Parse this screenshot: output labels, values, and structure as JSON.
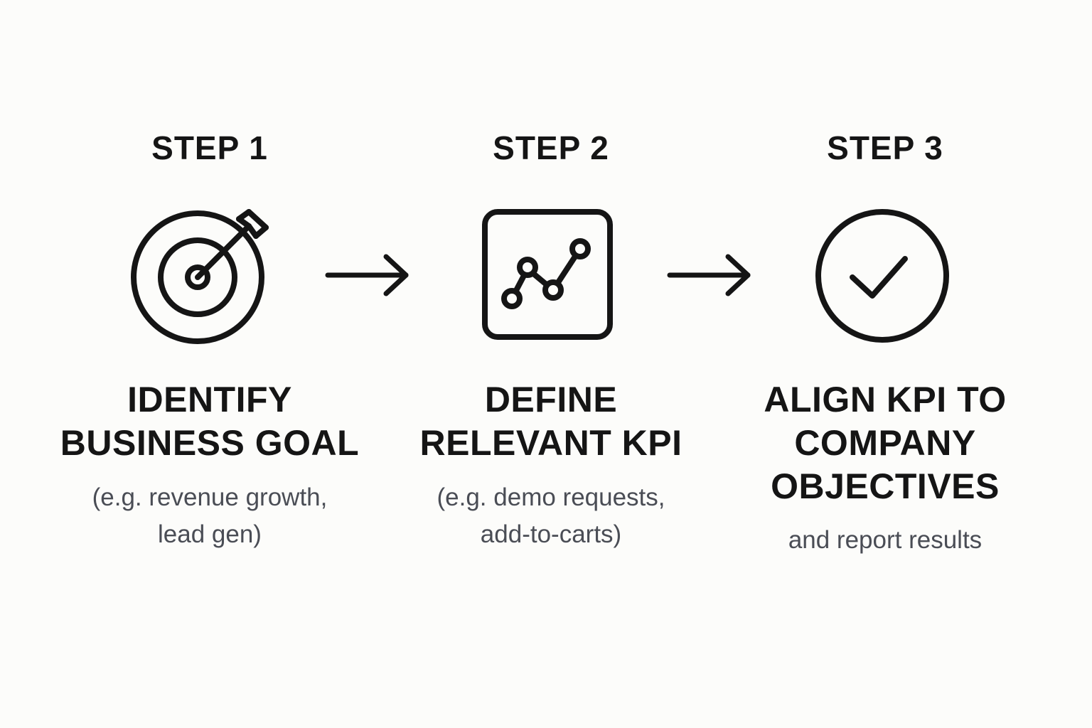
{
  "steps": [
    {
      "label": "STEP 1",
      "icon": "target-arrow-icon",
      "title": "IDENTIFY\nBUSINESS GOAL",
      "description": "(e.g. revenue growth,\nlead gen)"
    },
    {
      "label": "STEP 2",
      "icon": "line-chart-icon",
      "title": "DEFINE\nRELEVANT KPI",
      "description": "(e.g. demo requests,\nadd-to-carts)"
    },
    {
      "label": "STEP 3",
      "icon": "check-circle-icon",
      "title": "ALIGN KPI TO\nCOMPANY\nOBJECTIVES",
      "description": "and report results"
    }
  ],
  "connectors": [
    "right-arrow-icon",
    "right-arrow-icon"
  ],
  "colors": {
    "background": "#fcfcfa",
    "ink": "#151515",
    "muted_text": "#4a4d55"
  }
}
